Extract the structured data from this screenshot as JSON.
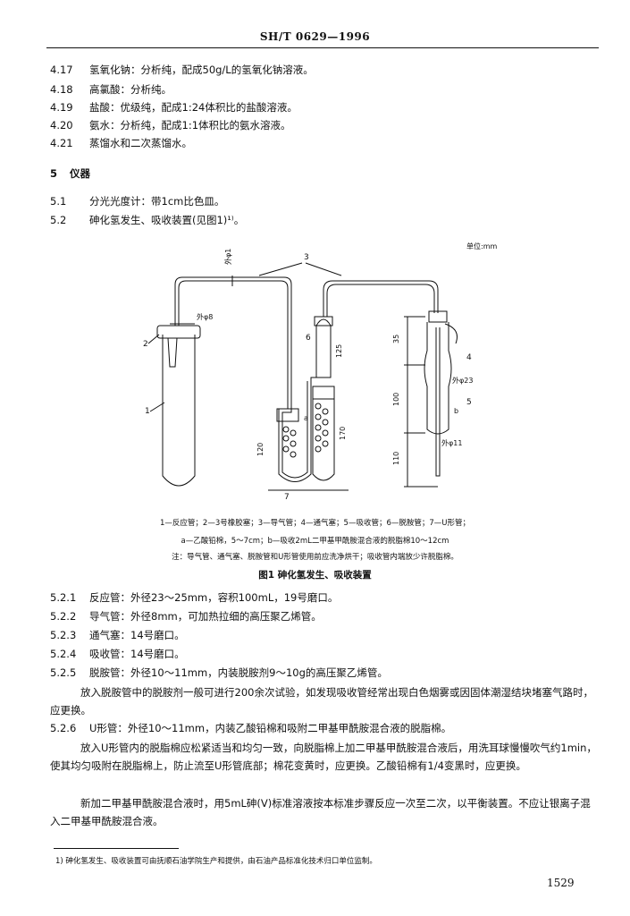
{
  "header": {
    "standard": "SH/T 0629—1996"
  },
  "items": [
    {
      "num": "4.17",
      "text": "氢氧化钠：分析纯，配成50g/L的氢氧化钠溶液。"
    },
    {
      "num": "4.18",
      "text": "高氯酸：分析纯。"
    },
    {
      "num": "4.19",
      "text": "盐酸：优级纯，配成1:24体积比的盐酸溶液。"
    },
    {
      "num": "4.20",
      "text": "氨水：分析纯，配成1:1体积比的氨水溶液。"
    },
    {
      "num": "4.21",
      "text": "蒸馏水和二次蒸馏水。"
    }
  ],
  "section": {
    "num": "5",
    "title": "仪器"
  },
  "items2": [
    {
      "num": "5.1",
      "text": "分光光度计：带1cm比色皿。"
    },
    {
      "num": "5.2",
      "text": "砷化氢发生、吸收装置(见图1)¹⁾。"
    }
  ],
  "figure": {
    "unit": "单位:mm",
    "labels": {
      "l1": "1",
      "l2": "2",
      "l3": "3",
      "l4": "4",
      "l5": "5",
      "l6": "6",
      "l7": "7",
      "la": "a",
      "lb": "b",
      "d1": "外φ1",
      "d8": "外φ8",
      "d23": "外φ23",
      "d11": "外φ11",
      "m35": "35",
      "m100": "100",
      "m110": "110",
      "m120": "120",
      "m170": "170",
      "m125": "125"
    },
    "caption1": "1—反应管；2—3号橡胶塞；3—导气管；4—通气塞；5—吸收管；6—脱胺管；7—U形管；",
    "caption2": "a—乙酸铅棉，5～7cm；b—吸收2mL二甲基甲酰胺混合液的脱脂棉10～12cm",
    "note": "注：导气管、通气塞、脱胺管和U形管使用前应洗净烘干；吸收管内端放少许脱脂棉。",
    "title": "图1  砷化氢发生、吸收装置"
  },
  "sub": [
    {
      "num": "5.2.1",
      "text": "反应管：外径23～25mm，容积100mL，19号磨口。"
    },
    {
      "num": "5.2.2",
      "text": "导气管：外径8mm，可加热拉细的高压聚乙烯管。"
    },
    {
      "num": "5.2.3",
      "text": "通气塞：14号磨口。"
    },
    {
      "num": "5.2.4",
      "text": "吸收管：14号磨口。"
    },
    {
      "num": "5.2.5",
      "text": "脱胺管：外径10～11mm，内装脱胺剂9～10g的高压聚乙烯管。"
    }
  ],
  "p1": "放入脱胺管中的脱胺剂一般可进行200余次试验，如发现吸收管经常出现白色烟雾或因固体潮湿结块堵塞气路时，应更换。",
  "sub6": {
    "num": "5.2.6",
    "text": "U形管：外径10～11mm，内装乙酸铅棉和吸附二甲基甲酰胺混合液的脱脂棉。"
  },
  "p2": "放入U形管内的脱脂棉应松紧适当和均匀一致，向脱脂棉上加二甲基甲酰胺混合液后，用洗耳球慢慢吹气约1min，使其均匀吸附在脱脂棉上，防止流至U形管底部；棉花变黄时，应更换。乙酸铅棉有1/4变黑时，应更换。",
  "p3": "新加二甲基甲酰胺混合液时，用5mL砷(V)标准溶液按本标准步骤反应一次至二次，以平衡装置。不应让银离子混入二甲基甲酰胺混合液。",
  "footnote": "1) 砷化氢发生、吸收装置可由抚顺石油学院生产和提供，由石油产品标准化技术归口单位监制。",
  "page_number": "1529"
}
